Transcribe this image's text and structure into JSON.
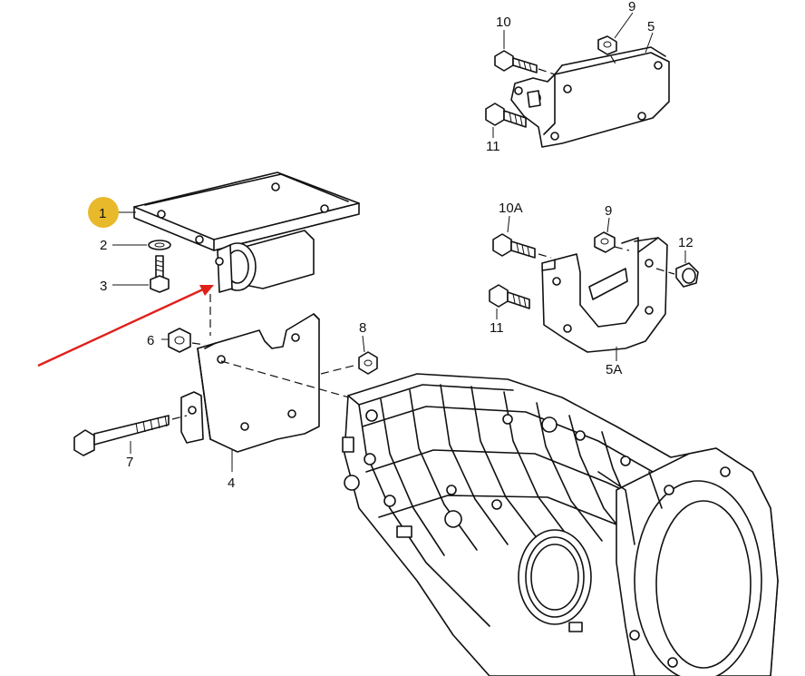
{
  "callouts": {
    "c1": "1",
    "c2": "2",
    "c3": "3",
    "c4": "4",
    "c5": "5",
    "c5a": "5A",
    "c6": "6",
    "c7": "7",
    "c8": "8",
    "c9_top": "9",
    "c9_mid": "9",
    "c10": "10",
    "c10a": "10A",
    "c11_top": "11",
    "c11_mid": "11",
    "c12": "12"
  },
  "colors": {
    "highlight_marker": "#E8B92A",
    "pointer_arrow": "#E0201B",
    "line": "#111111"
  }
}
